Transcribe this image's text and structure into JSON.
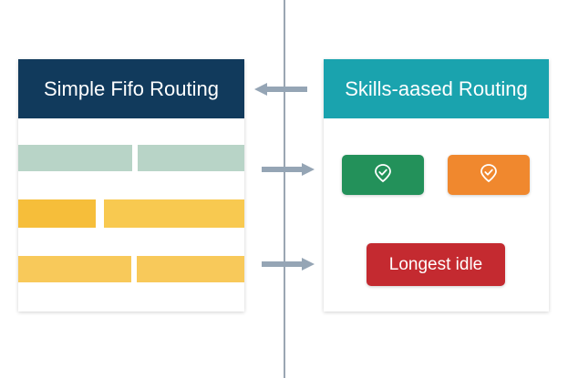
{
  "left_panel": {
    "title": "Simple Fifo Routing",
    "header_color": "#113a5c"
  },
  "right_panel": {
    "title": "Skills-aased Routing",
    "header_color": "#1aa3ae",
    "skill_icons": [
      {
        "icon": "check-shield-icon",
        "color": "#23915a"
      },
      {
        "icon": "check-shield-icon",
        "color": "#f0882e"
      }
    ],
    "idle_label": "Longest idle",
    "idle_color": "#c42a30"
  },
  "queue_colors": {
    "row1": "#b8d4c7",
    "row2": "#f6be3a",
    "row3": "#f8c95a"
  },
  "arrow_color": "#95a5b5"
}
